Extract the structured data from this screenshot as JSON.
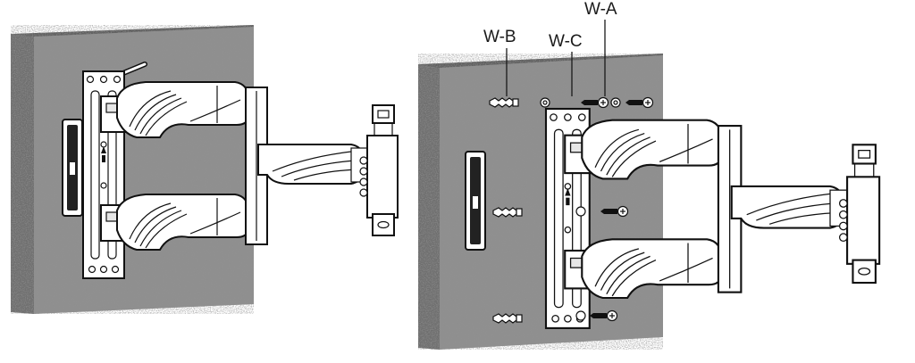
{
  "labels": {
    "wa": "W-A",
    "wb": "W-B",
    "wc": "W-C"
  },
  "colors": {
    "wall": "#8f8f8f",
    "wall_face": "#a9a9a9",
    "metal": "#ffffff",
    "outline": "#111111",
    "arm_shade": "#e6e6e6"
  }
}
